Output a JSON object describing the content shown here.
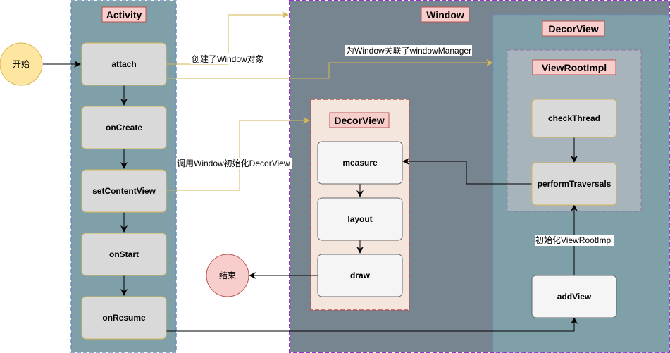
{
  "diagram": {
    "containers": {
      "activity": "Activity",
      "window": "Window",
      "decorview_right": "DecorView",
      "viewrootimpl": "ViewRootImpl",
      "decorview_left": "DecorView"
    },
    "nodes": {
      "start": "开始",
      "end": "结束",
      "attach": "attach",
      "oncreate": "onCreate",
      "setcontentview": "setContentView",
      "onstart": "onStart",
      "onresume": "onResume",
      "measure": "measure",
      "layout": "layout",
      "draw": "draw",
      "checkthread": "checkThread",
      "performtraversals": "performTraversals",
      "addview": "addView"
    },
    "edge_labels": {
      "create_window": "创建了Window对象",
      "bind_wm": "为Window关联了windowManager",
      "init_decor": "调用Window初始化DecorView",
      "init_vri": "初始化ViewRootImpl"
    }
  },
  "colors": {
    "activity_fill": "#7fa0a8",
    "activity_border": "#6c8ebf",
    "window_fill": "#778590",
    "window_border": "#9933cc",
    "decorview_fill": "#7fa0a8",
    "viewrootimpl_fill": "#a8b4bb",
    "decorview_left_fill": "#f5e6dd",
    "decorview_left_border": "#b85450",
    "node_fill": "#d9d9d9",
    "node_border": "#d6b656",
    "white_node_fill": "#f5f5f5",
    "start_fill": "#ffe6a0",
    "start_border": "#d6b656",
    "end_fill": "#f8cecc",
    "end_border": "#b85450",
    "title_fill": "#f8cecc",
    "title_border": "#b85450",
    "orange_line": "#d6b656"
  }
}
